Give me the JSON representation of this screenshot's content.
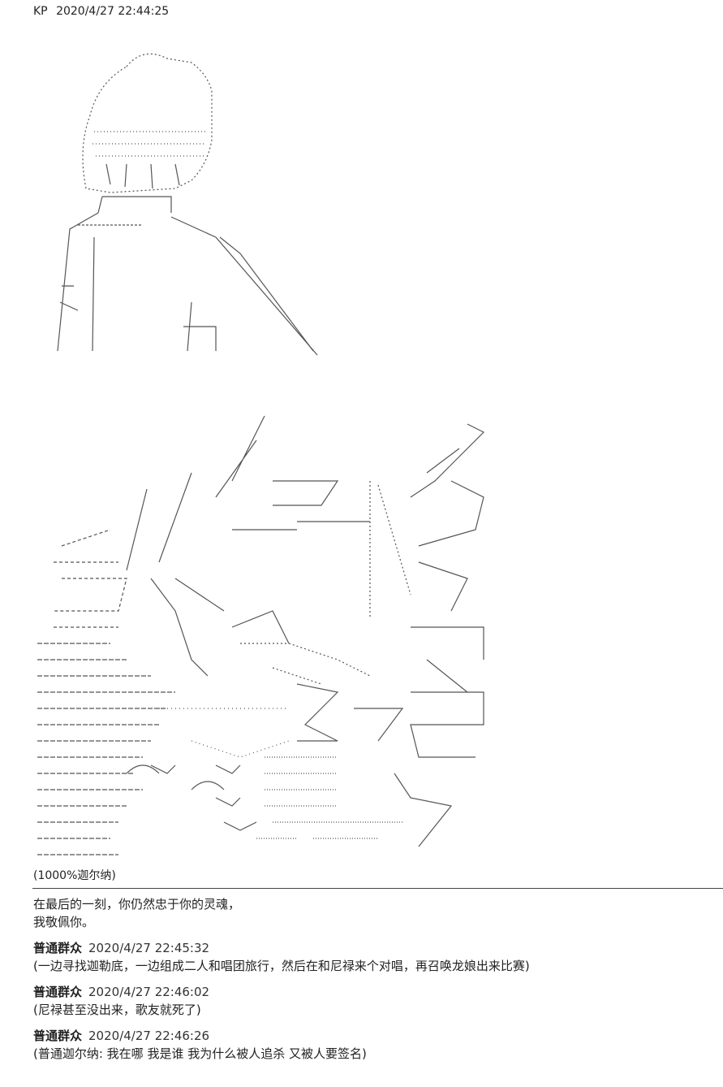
{
  "header": {
    "name": "KP",
    "timestamp": "2020/4/27 22:44:25"
  },
  "caption": "(1000%迦尔纳)",
  "narration": [
    "在最后的一刻，你仍然忠于你的灵魂，",
    "我敬佩你。"
  ],
  "posts": [
    {
      "author": "普通群众",
      "time": "2020/4/27 22:45:32",
      "text": "(一边寻找迦勒底，一边组成二人和唱团旅行，然后在和尼禄来个对唱，再召唤龙娘出来比赛)"
    },
    {
      "author": "普通群众",
      "time": "2020/4/27 22:46:02",
      "text": "(尼禄甚至没出来，歌友就死了)"
    },
    {
      "author": "普通群众",
      "time": "2020/4/27 22:46:26",
      "text": "(普通迦尔纳: 我在哪 我是谁 我为什么被人追杀 又被人要签名)"
    }
  ]
}
